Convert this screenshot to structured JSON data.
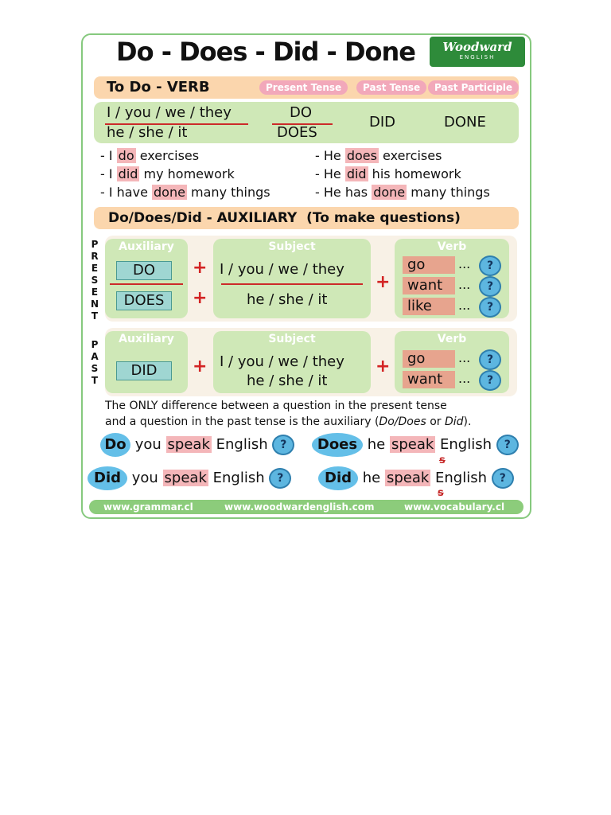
{
  "title": "Do - Does - Did - Done",
  "logo": {
    "name": "Woodward",
    "sub": "ENGLISH"
  },
  "verb_section": {
    "heading": "To Do - VERB",
    "pills": [
      "Present Tense",
      "Past Tense",
      "Past Participle"
    ],
    "subjects_plural": "I / you / we / they",
    "subjects_singular": "he / she / it",
    "form_do": "DO",
    "form_does": "DOES",
    "form_did": "DID",
    "form_done": "DONE"
  },
  "examples": {
    "left": [
      {
        "pre": "- I ",
        "hl": "do",
        "post": " exercises"
      },
      {
        "pre": "- I ",
        "hl": "did",
        "post": " my homework"
      },
      {
        "pre": "- I have ",
        "hl": "done",
        "post": " many things"
      }
    ],
    "right": [
      {
        "pre": "- He ",
        "hl": "does",
        "post": " exercises"
      },
      {
        "pre": "- He ",
        "hl": "did",
        "post": " his homework"
      },
      {
        "pre": "- He has ",
        "hl": "done",
        "post": " many things"
      }
    ]
  },
  "auxiliary_section": {
    "heading": "Do/Does/Did - AUXILIARY",
    "heading_note": "(To make questions)"
  },
  "present": {
    "label_letters": [
      "P",
      "R",
      "E",
      "S",
      "E",
      "N",
      "T"
    ],
    "aux_header": "Auxiliary",
    "subject_header": "Subject",
    "verb_header": "Verb",
    "aux": [
      "DO",
      "DOES"
    ],
    "subjects": [
      "I / you / we / they",
      "he / she / it"
    ],
    "verbs": [
      "go",
      "want",
      "like"
    ],
    "plus": "+",
    "dots": "...",
    "q": "?"
  },
  "past": {
    "label_letters": [
      "P",
      "A",
      "S",
      "T"
    ],
    "aux_header": "Auxiliary",
    "subject_header": "Subject",
    "verb_header": "Verb",
    "aux": [
      "DID"
    ],
    "subjects": [
      "I / you / we / they",
      "he / she / it"
    ],
    "verbs": [
      "go",
      "want"
    ],
    "plus": "+",
    "dots": "...",
    "q": "?"
  },
  "note": {
    "line1": "The ONLY difference between a question in the present tense",
    "line2_pre": "and a question in the past tense is the auxiliary (",
    "line2_it1": "Do/Does",
    "line2_mid": " or ",
    "line2_it2": "Did",
    "line2_post": ")."
  },
  "questions": [
    {
      "aux": "Do",
      "subj": " you ",
      "verb": "speak",
      "obj": "English",
      "strike": ""
    },
    {
      "aux": "Does",
      "subj": " he ",
      "verb": "speak",
      "obj": "English",
      "strike": "s"
    },
    {
      "aux": "Did",
      "subj": " you ",
      "verb": "speak",
      "obj": "English",
      "strike": ""
    },
    {
      "aux": "Did",
      "subj": " he ",
      "verb": "speak",
      "obj": "English",
      "strike": "s"
    }
  ],
  "footer": [
    "www.grammar.cl",
    "www.woodwardenglish.com",
    "www.vocabulary.cl"
  ],
  "colors": {
    "green_border": "#86c97e",
    "peach": "#fbd6ad",
    "light_green": "#cfe8b7",
    "highlight": "#f4b6b9",
    "blue": "#64bfe8"
  }
}
